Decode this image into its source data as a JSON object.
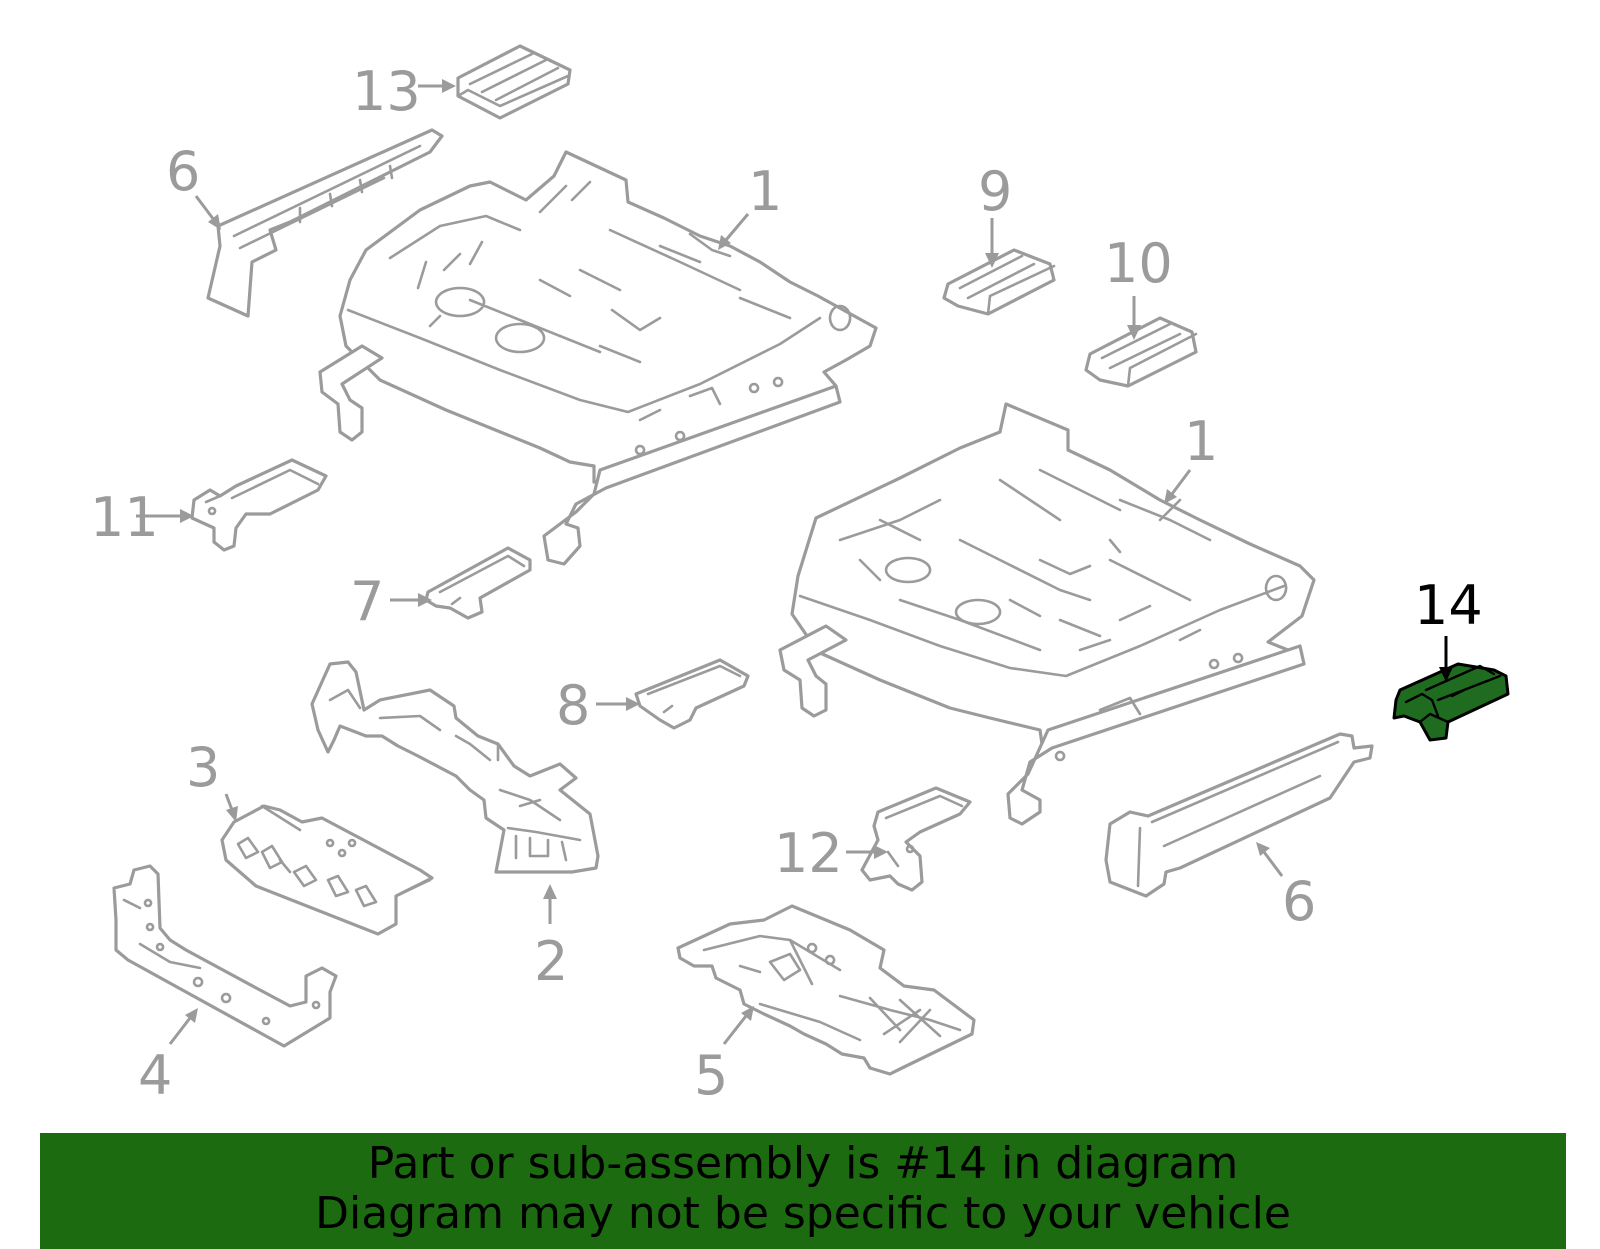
{
  "diagram": {
    "callouts": [
      "13",
      "6",
      "1",
      "9",
      "10",
      "1",
      "11",
      "7",
      "8",
      "14",
      "3",
      "2",
      "12",
      "6",
      "4",
      "5"
    ],
    "highlighted_part": "14",
    "colors": {
      "highlight": "#1f6b1f",
      "banner": "#1c6b10",
      "line": "#9b9b9b"
    }
  },
  "banner": {
    "line1": "Part or sub-assembly is #14 in diagram",
    "line2": "Diagram may not be specific to your vehicle"
  }
}
